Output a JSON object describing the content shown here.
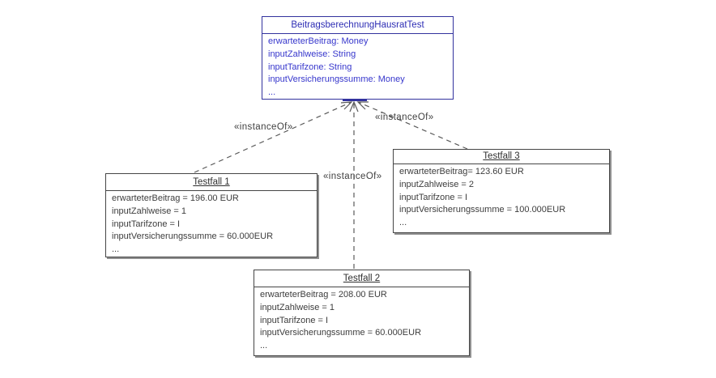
{
  "diagram": {
    "class_box": {
      "title": "BeitragsberechnungHausratTest",
      "attributes": [
        "erwarteterBeitrag: Money",
        "inputZahlweise: String",
        "inputTarifzone: String",
        "inputVersicherungssumme: Money",
        "..."
      ]
    },
    "instances": [
      {
        "title": "Testfall 1",
        "slots": [
          "erwarteterBeitrag = 196.00 EUR",
          "inputZahlweise = 1",
          "inputTarifzone = I",
          "inputVersicherungssumme = 60.000EUR",
          "..."
        ]
      },
      {
        "title": "Testfall 2",
        "slots": [
          "erwarteterBeitrag = 208.00 EUR",
          "inputZahlweise = 1",
          "inputTarifzone = I",
          "inputVersicherungssumme = 60.000EUR",
          "..."
        ]
      },
      {
        "title": "Testfall 3",
        "slots": [
          "erwarteterBeitrag= 123.60 EUR",
          "inputZahlweise = 2",
          "inputTarifzone = I",
          "inputVersicherungssumme = 100.000EUR",
          "..."
        ]
      }
    ],
    "edge_labels": {
      "left": "«instanceOf»",
      "middle": "«instanceOf»",
      "right": "«instanceOf»"
    },
    "colors": {
      "class_border": "#32329e",
      "class_title": "#2d2db4",
      "class_attribute": "#3636cc",
      "instance_border": "#454545",
      "edge": "#5a5a5a"
    }
  }
}
